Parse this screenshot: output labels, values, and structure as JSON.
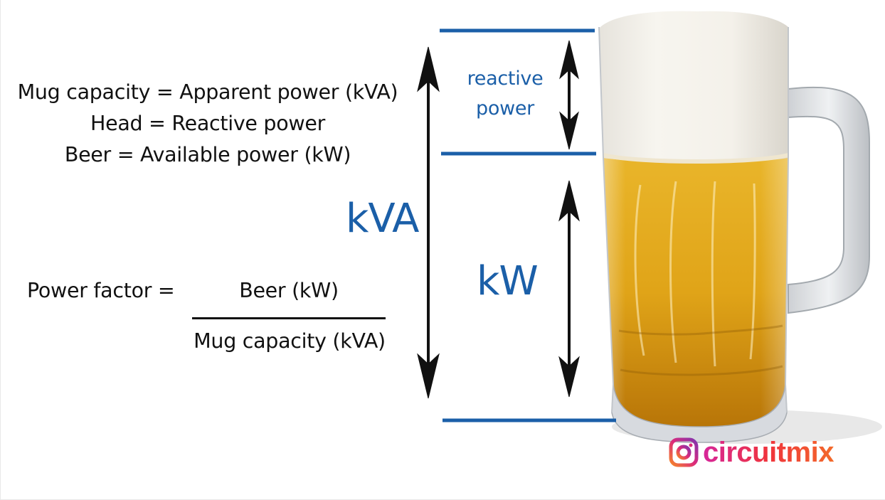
{
  "definitions": {
    "line1": "Mug capacity = Apparent power (kVA)",
    "line2": "Head = Reactive power",
    "line3": "Beer = Available power (kW)"
  },
  "power_factor": {
    "label": "Power factor =",
    "numerator": "Beer (kW)",
    "denominator": "Mug capacity (kVA)"
  },
  "diagram": {
    "kva_label": "kVA",
    "kw_label": "kW",
    "reactive_line1": "reactive",
    "reactive_line2": "power"
  },
  "brand": {
    "handle": "circuitmix",
    "icon": "instagram-icon"
  },
  "colors": {
    "accent_blue": "#1b5fa8",
    "text": "#111111",
    "foam": "#f4f2ec",
    "beer": "#e0a418",
    "beer_dark": "#b87508",
    "brand_gradient": [
      "#d6269a",
      "#f0343c",
      "#f36a2a"
    ]
  }
}
